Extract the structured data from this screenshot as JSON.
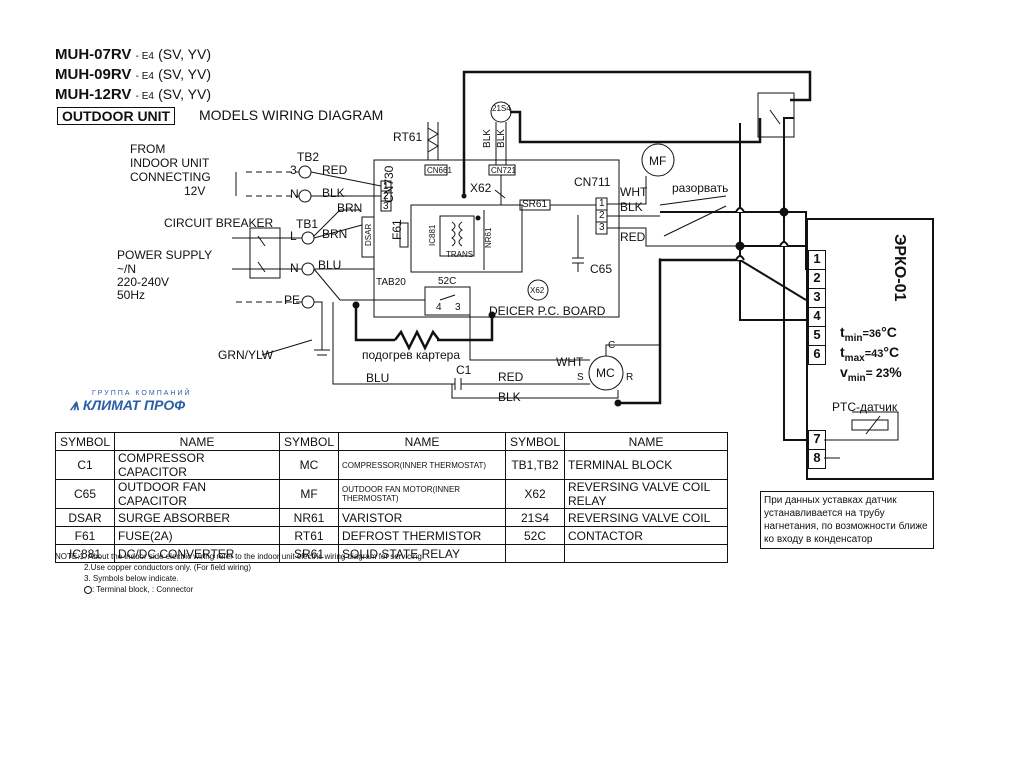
{
  "models": [
    {
      "name": "MUH-07RV",
      "suffix": "E4",
      "variants": "(SV, YV)"
    },
    {
      "name": "MUH-09RV",
      "suffix": "E4",
      "variants": "(SV, YV)"
    },
    {
      "name": "MUH-12RV",
      "suffix": "E4",
      "variants": "(SV, YV)"
    }
  ],
  "unit_label": "OUTDOOR UNIT",
  "diagram_title": "MODELS WIRING DIAGRAM",
  "left_labels": {
    "from_indoor_1": "FROM",
    "from_indoor_2": "INDOOR UNIT",
    "from_indoor_3": "CONNECTING",
    "voltage_12": "12V",
    "circuit_breaker": "CIRCUIT BREAKER",
    "power_1": "POWER SUPPLY",
    "power_2": "~/N",
    "power_3": "220-240V",
    "power_4": "50Hz",
    "grn_ylw": "GRN/YLW"
  },
  "terminals": {
    "tb2": "TB2",
    "tb1": "TB1",
    "t3": "3",
    "tn": "N",
    "tl": "L",
    "tn2": "N",
    "pe": "PE",
    "red": "RED",
    "blk": "BLK",
    "brn": "BRN",
    "brn2": "BRN",
    "blu": "BLU"
  },
  "board": {
    "rt61": "RT61",
    "cn661": "CN661",
    "cn721": "CN721",
    "blk1": "BLK",
    "blk2": "BLK",
    "s21s4": "21S4",
    "x62": "X62",
    "cn730": "CN730",
    "cn711": "CN711",
    "sr61": "SR61",
    "f61": "F61",
    "dsar": "DSAR",
    "ic881": "IC881",
    "trans": "TRANS",
    "nr61": "NR61",
    "c65": "C65",
    "tab20": "TAB20",
    "c52": "52C",
    "contact_4": "4",
    "contact_3": "3",
    "x62b": "X62",
    "deicer": "DEICER P.C. BOARD",
    "wht": "WHT",
    "blk3": "BLK",
    "red2": "RED",
    "pin1": "1",
    "pin2": "2",
    "pin3": "3",
    "cn730_1": "1",
    "cn730_2": "2",
    "cn730_3": "3"
  },
  "right_labels": {
    "mf": "MF",
    "razorvat": "разорвать",
    "heater": "подогрев картера",
    "c1": "C1",
    "mc": "MC",
    "wht": "WHT",
    "red": "RED",
    "blk": "BLK",
    "blu": "BLU",
    "c_term": "C",
    "s_term": "S",
    "r_term": "R"
  },
  "erko": {
    "title": "ЭРКО-01",
    "pins": [
      "1",
      "2",
      "3",
      "4",
      "5",
      "6"
    ],
    "pins2": [
      "7",
      "8"
    ],
    "tmin": "t",
    "tmin_sub": "min",
    "tmin_val": "=36",
    "tmin_unit": "°C",
    "tmax": "t",
    "tmax_sub": "max",
    "tmax_val": "=43",
    "tmax_unit": "°C",
    "vmin": "v",
    "vmin_sub": "min",
    "vmin_val": "= 23",
    "vmin_unit": "%",
    "ptc": "PTC-датчик"
  },
  "ptc_note": "При данных уставках датчик устанавливается на трубу нагнетания, по возможности ближе ко входу в конденсатор",
  "logo": {
    "top": "ГРУППА КОМПАНИЙ",
    "main": "КЛИМАТ ПРОФ"
  },
  "table": {
    "headers": [
      "SYMBOL",
      "NAME",
      "SYMBOL",
      "NAME",
      "SYMBOL",
      "NAME"
    ],
    "rows": [
      [
        "C1",
        "COMPRESSOR CAPACITOR",
        "MC",
        "COMPRESSOR(INNER THERMOSTAT)",
        "TB1,TB2",
        "TERMINAL BLOCK"
      ],
      [
        "C65",
        "OUTDOOR FAN CAPACITOR",
        "MF",
        "OUTDOOR FAN MOTOR(INNER THERMOSTAT)",
        "X62",
        "REVERSING VALVE COIL RELAY"
      ],
      [
        "DSAR",
        "SURGE ABSORBER",
        "NR61",
        "VARISTOR",
        "21S4",
        "REVERSING VALVE COIL"
      ],
      [
        "F61",
        "FUSE(2A)",
        "RT61",
        "DEFROST THERMISTOR",
        "52C",
        "CONTACTOR"
      ],
      [
        "IC881",
        "DC/DC CONVERTER",
        "SR61",
        "SOLID STATE RELAY",
        "",
        ""
      ]
    ]
  },
  "notes": [
    "NOTE:1. About the indoor side electric wiring refer to the indoor unit electric wiring diagram for servicing.",
    "2.Use copper conductors only. (For field wiring)",
    "3. Symbols below indicate.",
    ": Terminal block,        : Connector"
  ]
}
